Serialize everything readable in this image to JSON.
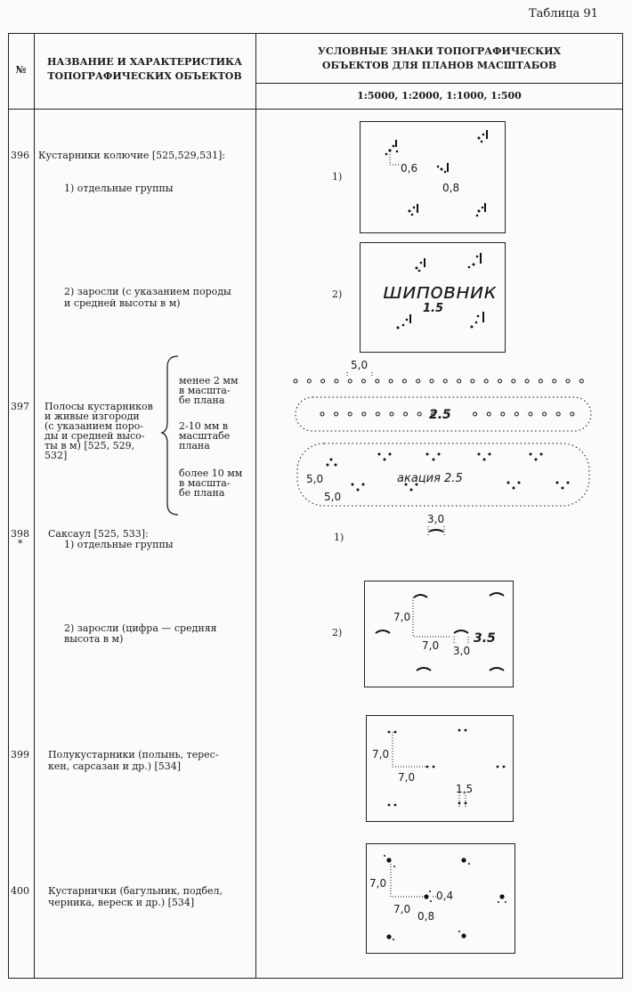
{
  "table_label": "Таблица 91",
  "header": {
    "num_col": "№",
    "name_col_line1": "НАЗВАНИЕ И ХАРАКТЕРИСТИКА",
    "name_col_line2": "ТОПОГРАФИЧЕСКИХ ОБЪЕКТОВ",
    "signs_col_line1": "УСЛОВНЫЕ ЗНАКИ ТОПОГРАФИЧЕСКИХ",
    "signs_col_line2": "ОБЪЕКТОВ ДЛЯ ПЛАНОВ МАСШТАБОВ",
    "scales": "1:5000, 1:2000, 1:1000, 1:500"
  },
  "rows": {
    "r396": {
      "num": "396",
      "title": "Кустарники колючие [525,529,531]:",
      "sub1": "1) отдельные группы",
      "sub2_l1": "2) заросли (с указанием породы",
      "sub2_l2": "и средней высоты в м)",
      "mark1": "1)",
      "mark2": "2)",
      "dim_a": "0,6",
      "dim_b": "0,8",
      "plant_label": "шиповник",
      "plant_height": "1.5"
    },
    "r397": {
      "num": "397",
      "l1": "Полосы кустарников",
      "l2": "и живые изгороди",
      "l3": "(с указанием поро-",
      "l4": "ды и средней высо-",
      "l5": "ты в м) [525, 529,",
      "l6": "532]",
      "opt1_l1": "менее 2 мм",
      "opt1_l2": "в масшта-",
      "opt1_l3": "бе плана",
      "opt2_l1": "2-10 мм в",
      "opt2_l2": "масштабе",
      "opt2_l3": "плана",
      "opt3_l1": "более 10 мм",
      "opt3_l2": "в масшта-",
      "opt3_l3": "бе плана",
      "dim_top": "5,0",
      "strip_height": "2.5",
      "dim_left": "5,0",
      "dim_left2": "5,0",
      "plant_label": "акация 2.5"
    },
    "r398": {
      "num": "398",
      "star": "*",
      "title": "Саксаул [525, 533]:",
      "sub1": "1) отдельные группы",
      "sub2_l1": "2) заросли (цифра — средняя",
      "sub2_l2": "высота в м)",
      "mark1": "1)",
      "mark2": "2)",
      "dim_single": "3,0",
      "dim_v": "7,0",
      "dim_h": "7,0",
      "dim_small": "3,0",
      "height": "3.5"
    },
    "r399": {
      "num": "399",
      "l1": "Полукустарники (полынь, терес-",
      "l2": "кен, сарсазан и др.) [534]",
      "dim_v": "7,0",
      "dim_h": "7,0",
      "dim_small": "1,5"
    },
    "r400": {
      "num": "400",
      "l1": "Кустарнички (багульник, подбел,",
      "l2": "черника, вереск и др.) [534]",
      "dim_v": "7,0",
      "dim_h": "7,0",
      "dim_a": "0,4",
      "dim_b": "0,8"
    }
  }
}
